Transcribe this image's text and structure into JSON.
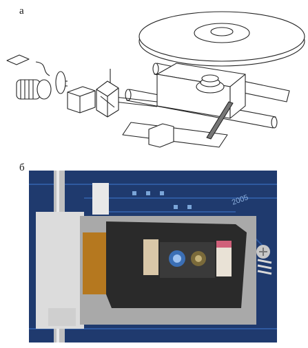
{
  "panels": {
    "a": {
      "label": "а"
    },
    "b": {
      "label": "б"
    }
  },
  "photo": {
    "caption": "",
    "board_print": "2005"
  },
  "colors": {
    "line": "#222222",
    "board": "#1f3a6e",
    "board_trace": "#2f5aa0",
    "housing": "#2a2a2a",
    "metal": "#b9b9b9",
    "lens": "#3b6fb5"
  }
}
